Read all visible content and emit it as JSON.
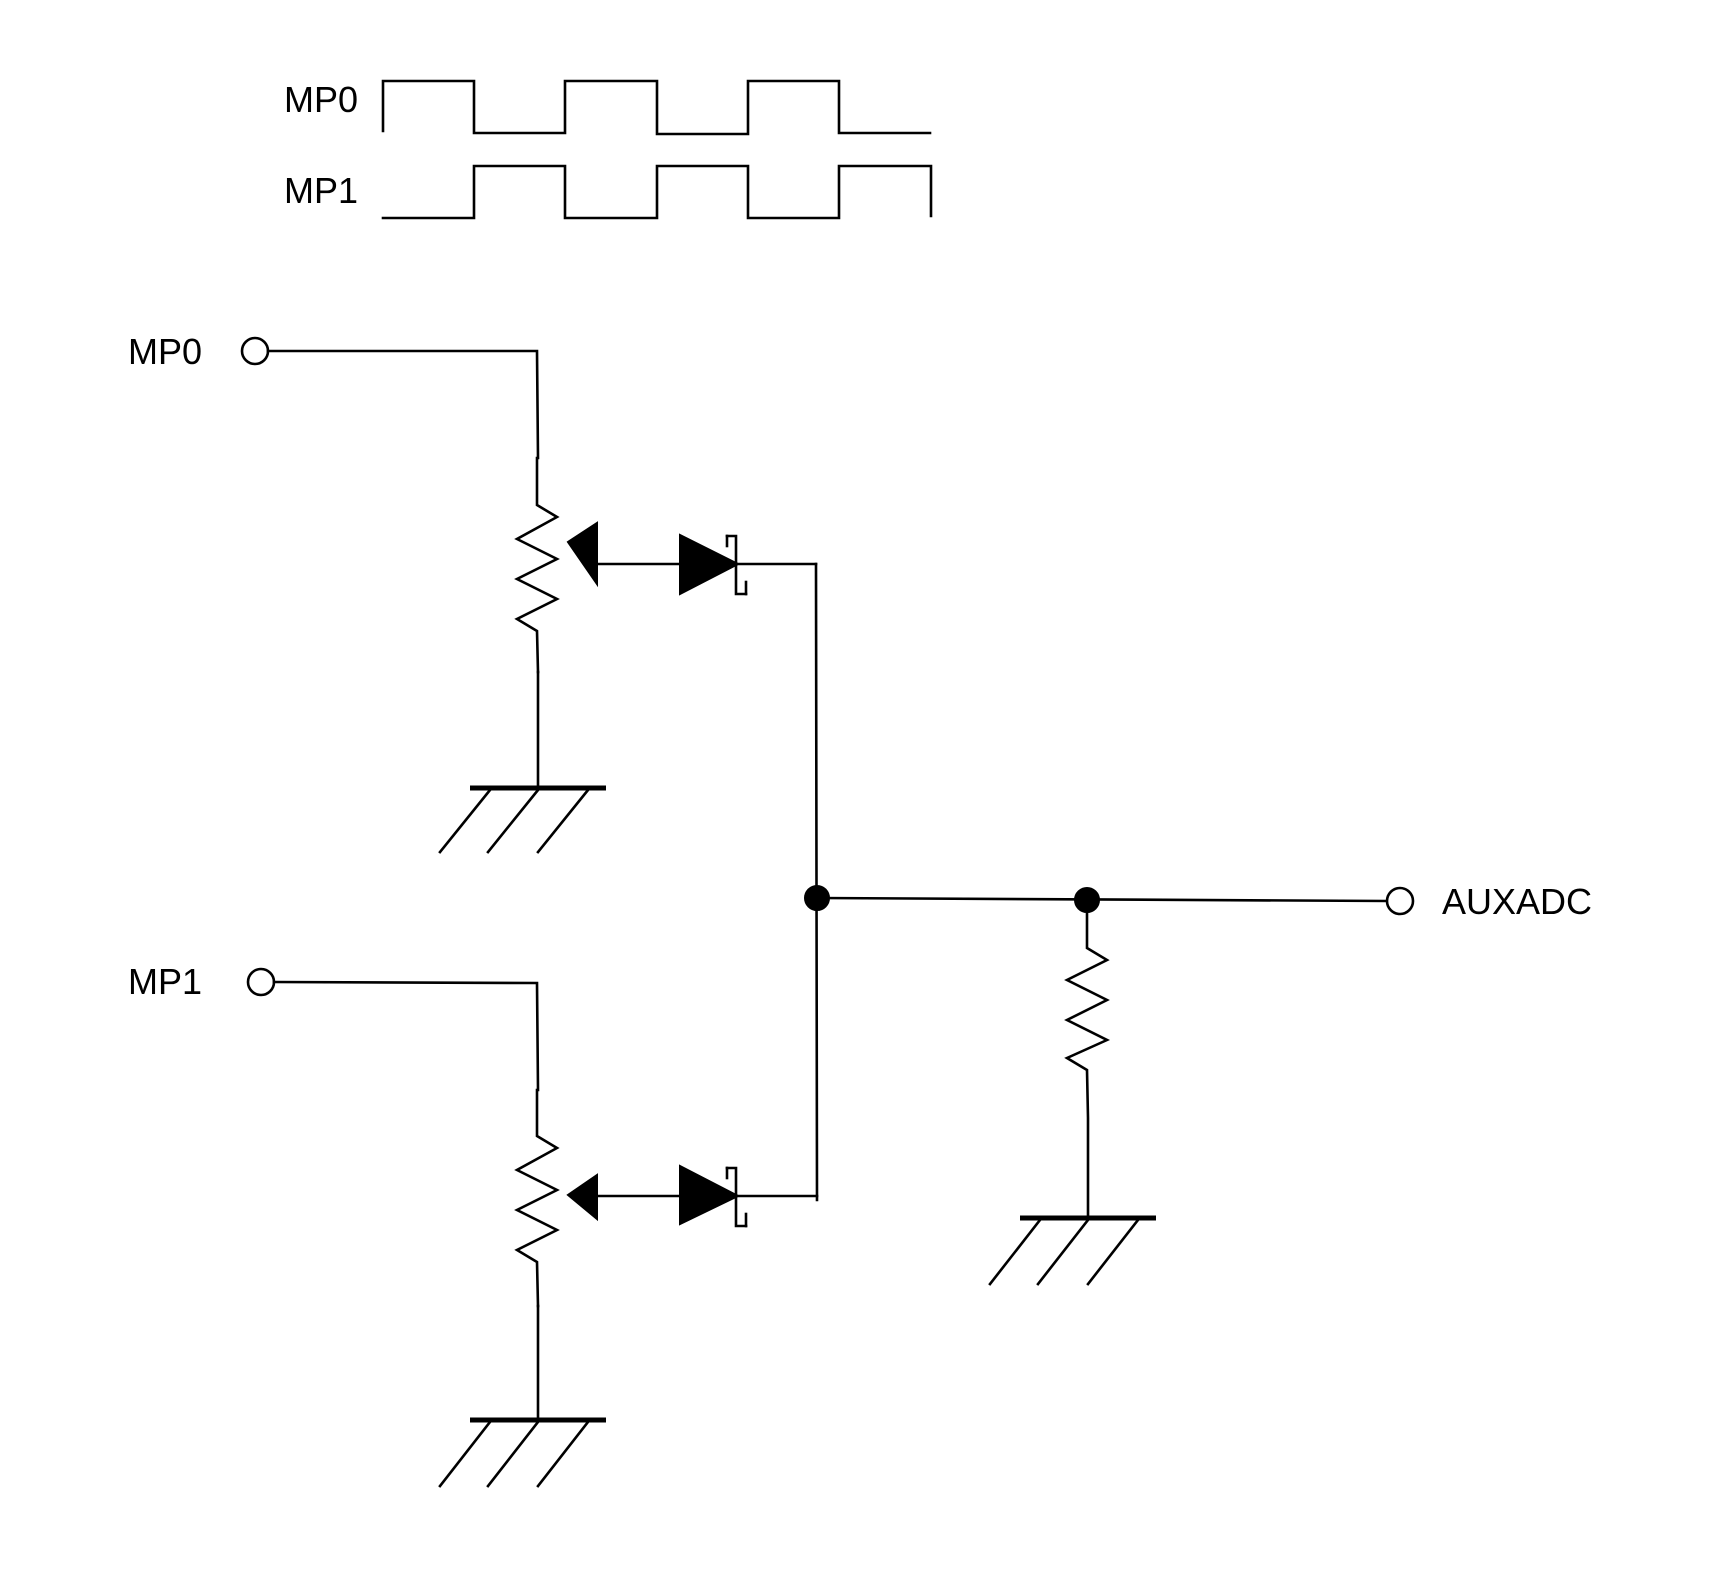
{
  "waveforms": {
    "mp0_label": "MP0",
    "mp1_label": "MP1"
  },
  "terminals": {
    "mp0_label": "MP0",
    "mp1_label": "MP1",
    "aux_label": "AUXADC"
  }
}
